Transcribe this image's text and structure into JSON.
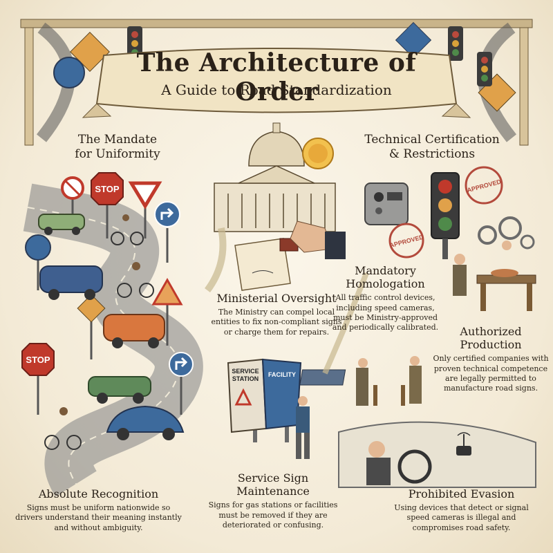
{
  "header": {
    "title": "The Architecture of Order",
    "subtitle": "A Guide to Road Standardization"
  },
  "sections": {
    "mandate": {
      "title_line1": "The Mandate",
      "title_line2": "for Uniformity"
    },
    "technical": {
      "title_line1": "Technical Certification",
      "title_line2": "& Restrictions"
    }
  },
  "captions": {
    "absolute_recognition": {
      "title": "Absolute Recognition",
      "text": "Signs must be uniform nationwide so drivers understand their meaning instantly and without ambiguity."
    },
    "ministerial_oversight": {
      "title": "Ministerial Oversight",
      "text": "The Ministry can compel local entities to fix non-compliant signs or charge them for repairs."
    },
    "service_sign": {
      "title_line1": "Service Sign",
      "title_line2": "Maintenance",
      "text": "Signs for gas stations or facilities must be removed if they are deteriorated or confusing."
    },
    "homologation": {
      "title_line1": "Mandatory",
      "title_line2": "Homologation",
      "text": "All traffic control devices, including speed cameras, must be Ministry-approved and periodically calibrated."
    },
    "authorized_production": {
      "title_line1": "Authorized",
      "title_line2": "Production",
      "text": "Only certified companies with proven technical competence are legally permitted to manufacture road signs."
    },
    "prohibited_evasion": {
      "title": "Prohibited Evasion",
      "text": "Using devices that detect or signal speed cameras is illegal and compromises road safety."
    }
  },
  "signs": {
    "stop_1": "STOP",
    "stop_2": "STOP",
    "service_station_line1": "SERVICE",
    "service_station_line2": "STATION",
    "facility": "FACILITY",
    "stamp_1": "APPROVED",
    "stamp_2": "APPROVED"
  },
  "colors": {
    "stop_red": "#c0392b",
    "sign_blue": "#3d6a9c",
    "warning_orange": "#e0a14a",
    "paper": "#f7f1e3",
    "ink": "#2a2118"
  }
}
